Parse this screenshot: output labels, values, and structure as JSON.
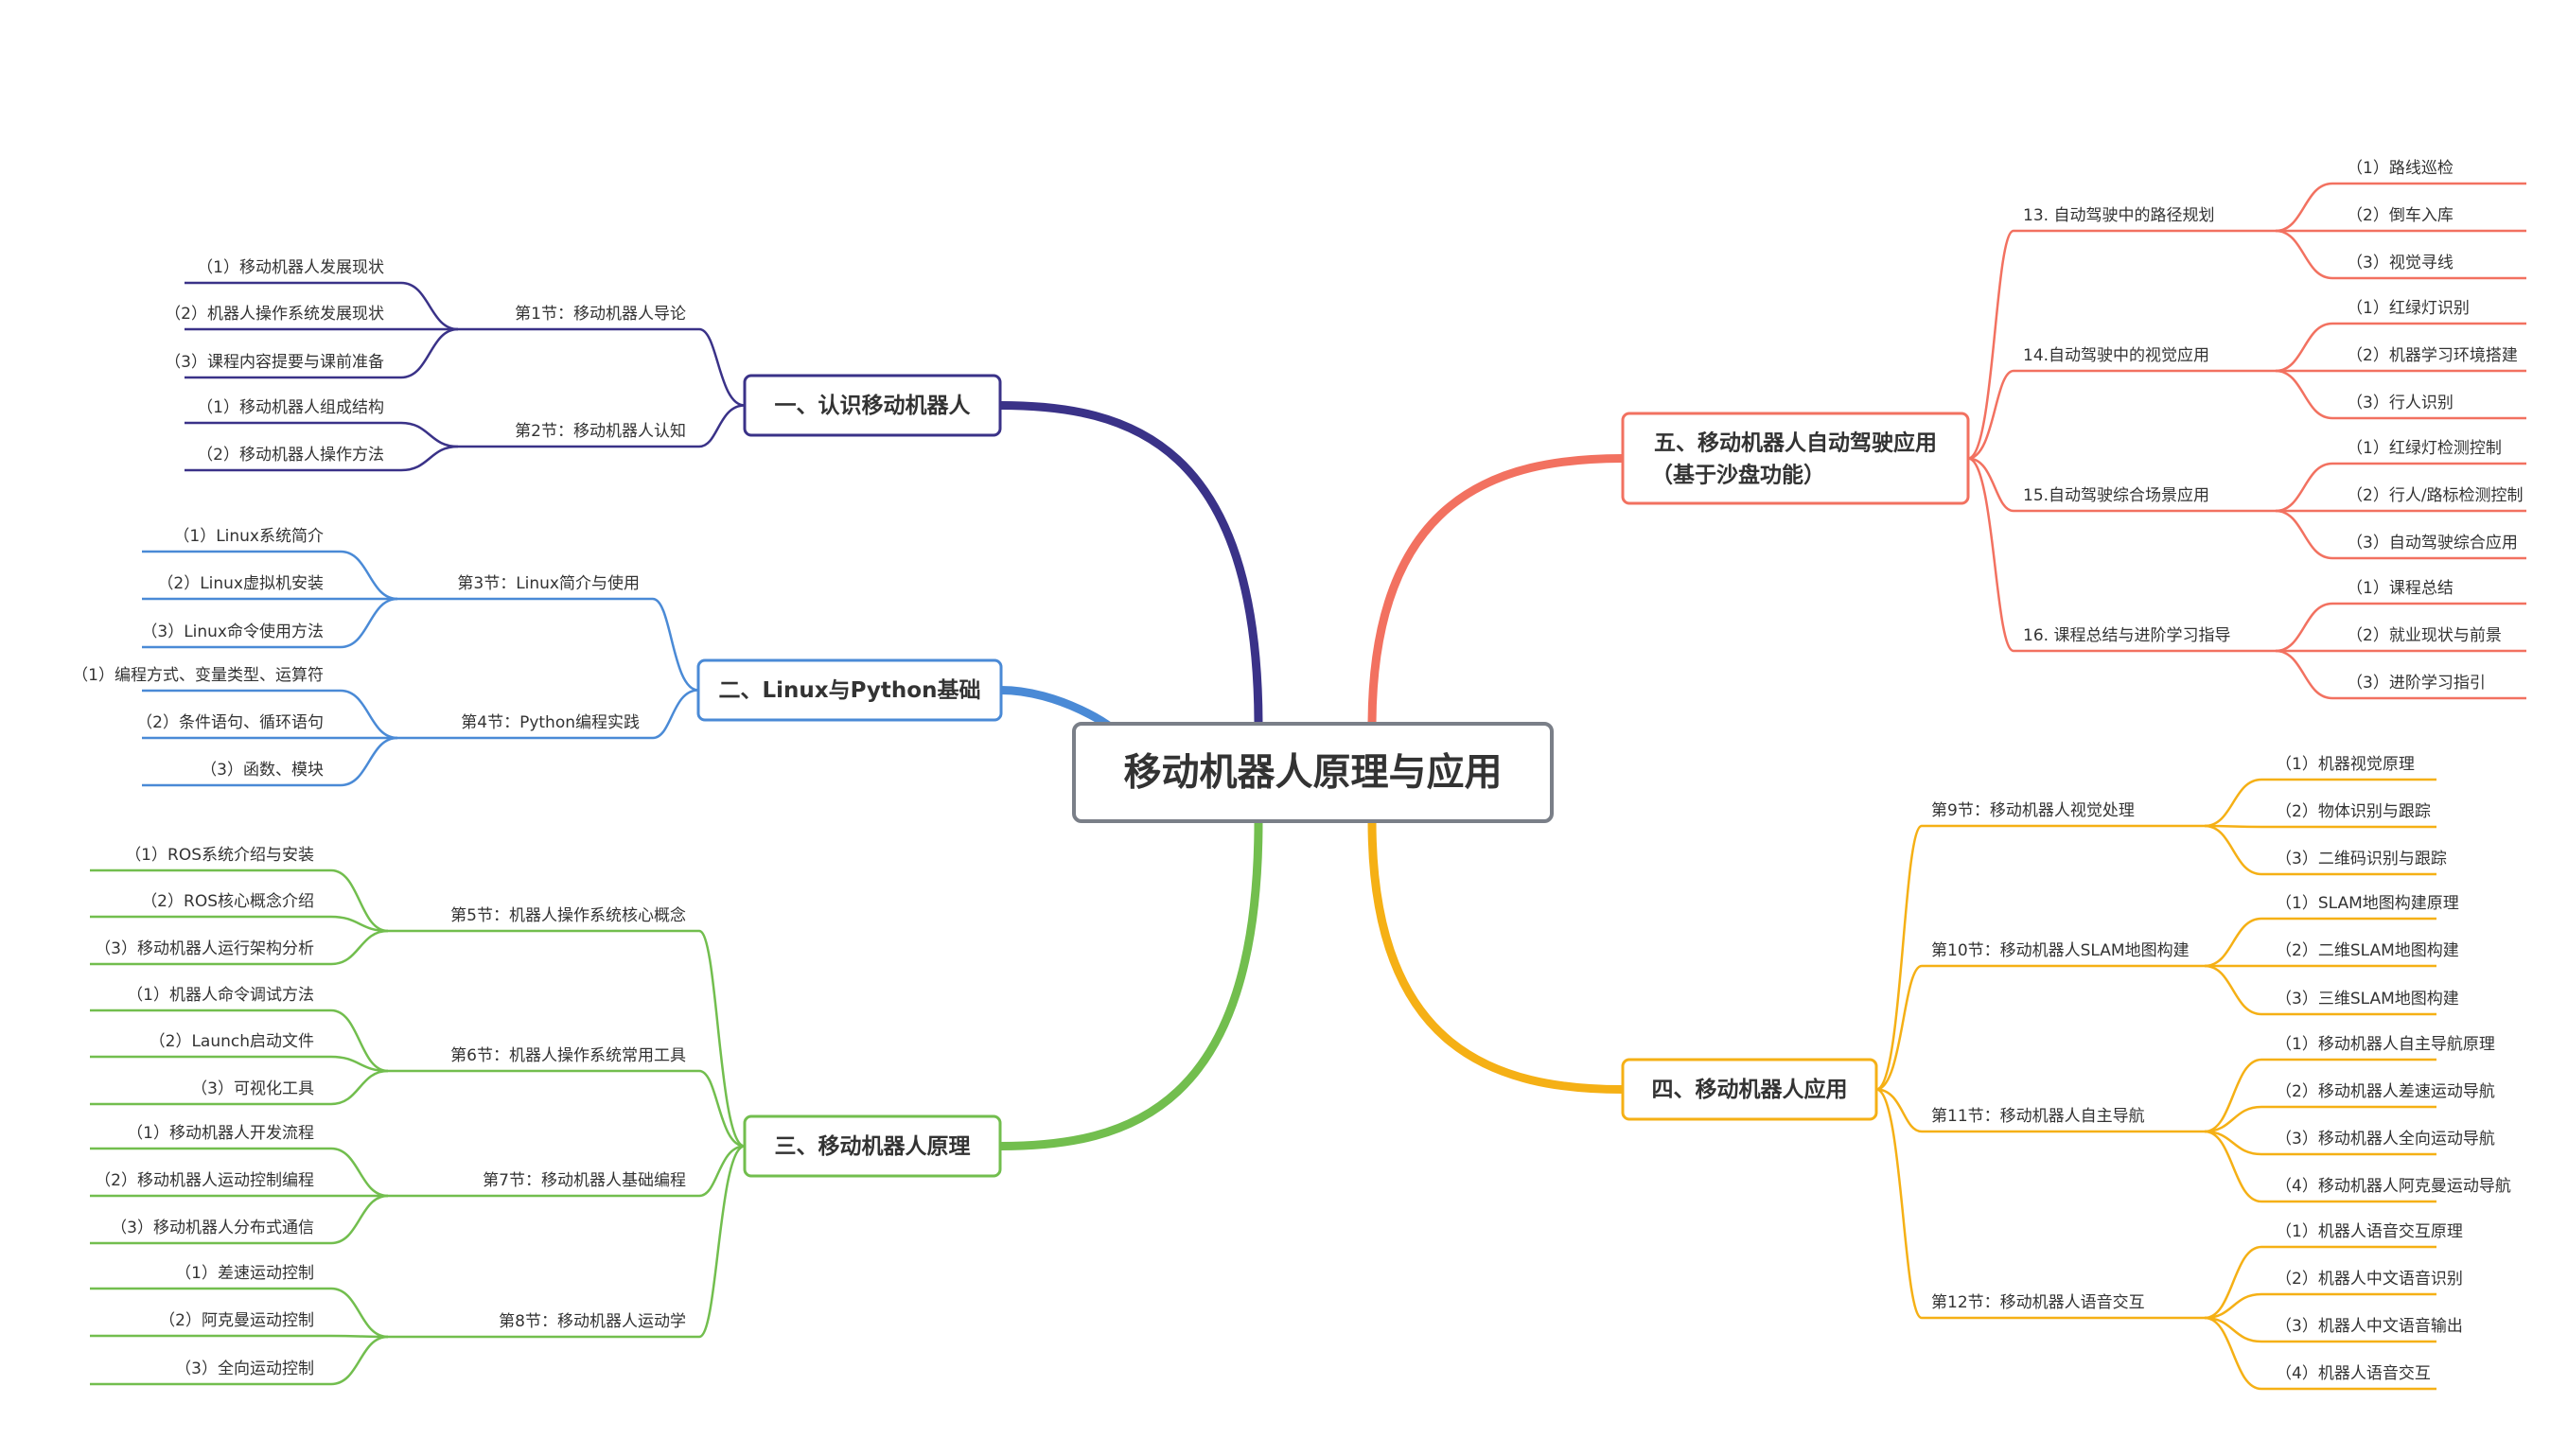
{
  "root": {
    "label": "移动机器人原理与应用",
    "color": "#7a7f88"
  },
  "branches": [
    {
      "label": "一、认识移动机器人",
      "color": "#3a3288",
      "sections": [
        {
          "label": "第1节：移动机器人导论",
          "items": [
            "（1）移动机器人发展现状",
            "（2）机器人操作系统发展现状",
            "（3）课程内容提要与课前准备"
          ]
        },
        {
          "label": "第2节：移动机器人认知",
          "items": [
            "（1）移动机器人组成结构",
            "（2）移动机器人操作方法"
          ]
        }
      ]
    },
    {
      "label": "二、Linux与Python基础",
      "color": "#4a8ad6",
      "sections": [
        {
          "label": "第3节：Linux简介与使用",
          "items": [
            "（1）Linux系统简介",
            "（2）Linux虚拟机安装",
            "（3）Linux命令使用方法"
          ]
        },
        {
          "label": "第4节：Python编程实践",
          "items": [
            "（1）编程方式、变量类型、运算符",
            "（2）条件语句、循环语句",
            "（3）函数、模块"
          ]
        }
      ]
    },
    {
      "label": "三、移动机器人原理",
      "color": "#72be4e",
      "sections": [
        {
          "label": "第5节：机器人操作系统核心概念",
          "items": [
            "（1）ROS系统介绍与安装",
            "（2）ROS核心概念介绍",
            "（3）移动机器人运行架构分析"
          ]
        },
        {
          "label": "第6节：机器人操作系统常用工具",
          "items": [
            "（1）机器人命令调试方法",
            "（2）Launch启动文件",
            "（3）可视化工具"
          ]
        },
        {
          "label": "第7节：移动机器人基础编程",
          "items": [
            "（1）移动机器人开发流程",
            "（2）移动机器人运动控制编程",
            "（3）移动机器人分布式通信"
          ]
        },
        {
          "label": "第8节：移动机器人运动学",
          "items": [
            "（1）差速运动控制",
            "（2）阿克曼运动控制",
            "（3）全向运动控制"
          ]
        }
      ]
    },
    {
      "label": "四、移动机器人应用",
      "color": "#f5b015",
      "sections": [
        {
          "label": "第9节：移动机器人视觉处理",
          "items": [
            "（1）机器视觉原理",
            "（2）物体识别与跟踪",
            "（3）二维码识别与跟踪"
          ]
        },
        {
          "label": "第10节：移动机器人SLAM地图构建",
          "items": [
            "（1）SLAM地图构建原理",
            "（2）二维SLAM地图构建",
            "（3）三维SLAM地图构建"
          ]
        },
        {
          "label": "第11节：移动机器人自主导航",
          "items": [
            "（1）移动机器人自主导航原理",
            "（2）移动机器人差速运动导航",
            "（3）移动机器人全向运动导航",
            "（4）移动机器人阿克曼运动导航"
          ]
        },
        {
          "label": "第12节：移动机器人语音交互",
          "items": [
            "（1）机器人语音交互原理",
            "（2）机器人中文语音识别",
            "（3）机器人中文语音输出",
            "（4）机器人语音交互"
          ]
        }
      ]
    },
    {
      "label": "五、移动机器人自动驾驶应用",
      "label2": "（基于沙盘功能）",
      "color": "#f27160",
      "sections": [
        {
          "label": "13. 自动驾驶中的路径规划",
          "items": [
            "（1）路线巡检",
            "（2）倒车入库",
            "（3）视觉寻线"
          ]
        },
        {
          "label": "14.自动驾驶中的视觉应用",
          "items": [
            "（1）红绿灯识别",
            "（2）机器学习环境搭建",
            "（3）行人识别"
          ]
        },
        {
          "label": "15.自动驾驶综合场景应用",
          "items": [
            "（1）红绿灯检测控制",
            "（2）行人/路标检测控制",
            "（3）自动驾驶综合应用"
          ]
        },
        {
          "label": "16. 课程总结与进阶学习指导",
          "items": [
            "（1）课程总结",
            "（2）就业现状与前景",
            "（3）进阶学习指引"
          ]
        }
      ]
    }
  ]
}
